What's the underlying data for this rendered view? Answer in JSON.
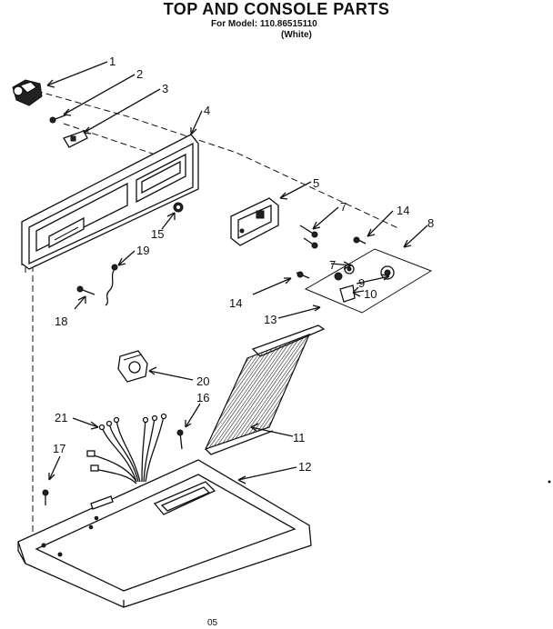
{
  "header": {
    "title": "TOP AND CONSOLE PARTS",
    "model_line": "For Model: 110.86515110",
    "color_line": "(White)"
  },
  "callouts": [
    {
      "num": "1",
      "part": "end-cap"
    },
    {
      "num": "2",
      "part": "screw"
    },
    {
      "num": "3",
      "part": "bracket"
    },
    {
      "num": "4",
      "part": "console-panel"
    },
    {
      "num": "5",
      "part": "control-plate"
    },
    {
      "num": "7",
      "part": "screw"
    },
    {
      "num": "14",
      "part": "screw"
    },
    {
      "num": "8",
      "part": "switch-assembly"
    },
    {
      "num": "15",
      "part": "knob"
    },
    {
      "num": "19",
      "part": "wire-harness"
    },
    {
      "num": "7",
      "part": "screw"
    },
    {
      "num": "9",
      "part": "knob"
    },
    {
      "num": "18",
      "part": "screw"
    },
    {
      "num": "14",
      "part": "screw"
    },
    {
      "num": "10",
      "part": "knob"
    },
    {
      "num": "13",
      "part": "switch-kit"
    },
    {
      "num": "20",
      "part": "timer-block"
    },
    {
      "num": "16",
      "part": "screw"
    },
    {
      "num": "21",
      "part": "wiring"
    },
    {
      "num": "11",
      "part": "lint-filter"
    },
    {
      "num": "17",
      "part": "screw"
    },
    {
      "num": "12",
      "part": "top-panel"
    }
  ],
  "footer": {
    "page_code": "05"
  }
}
